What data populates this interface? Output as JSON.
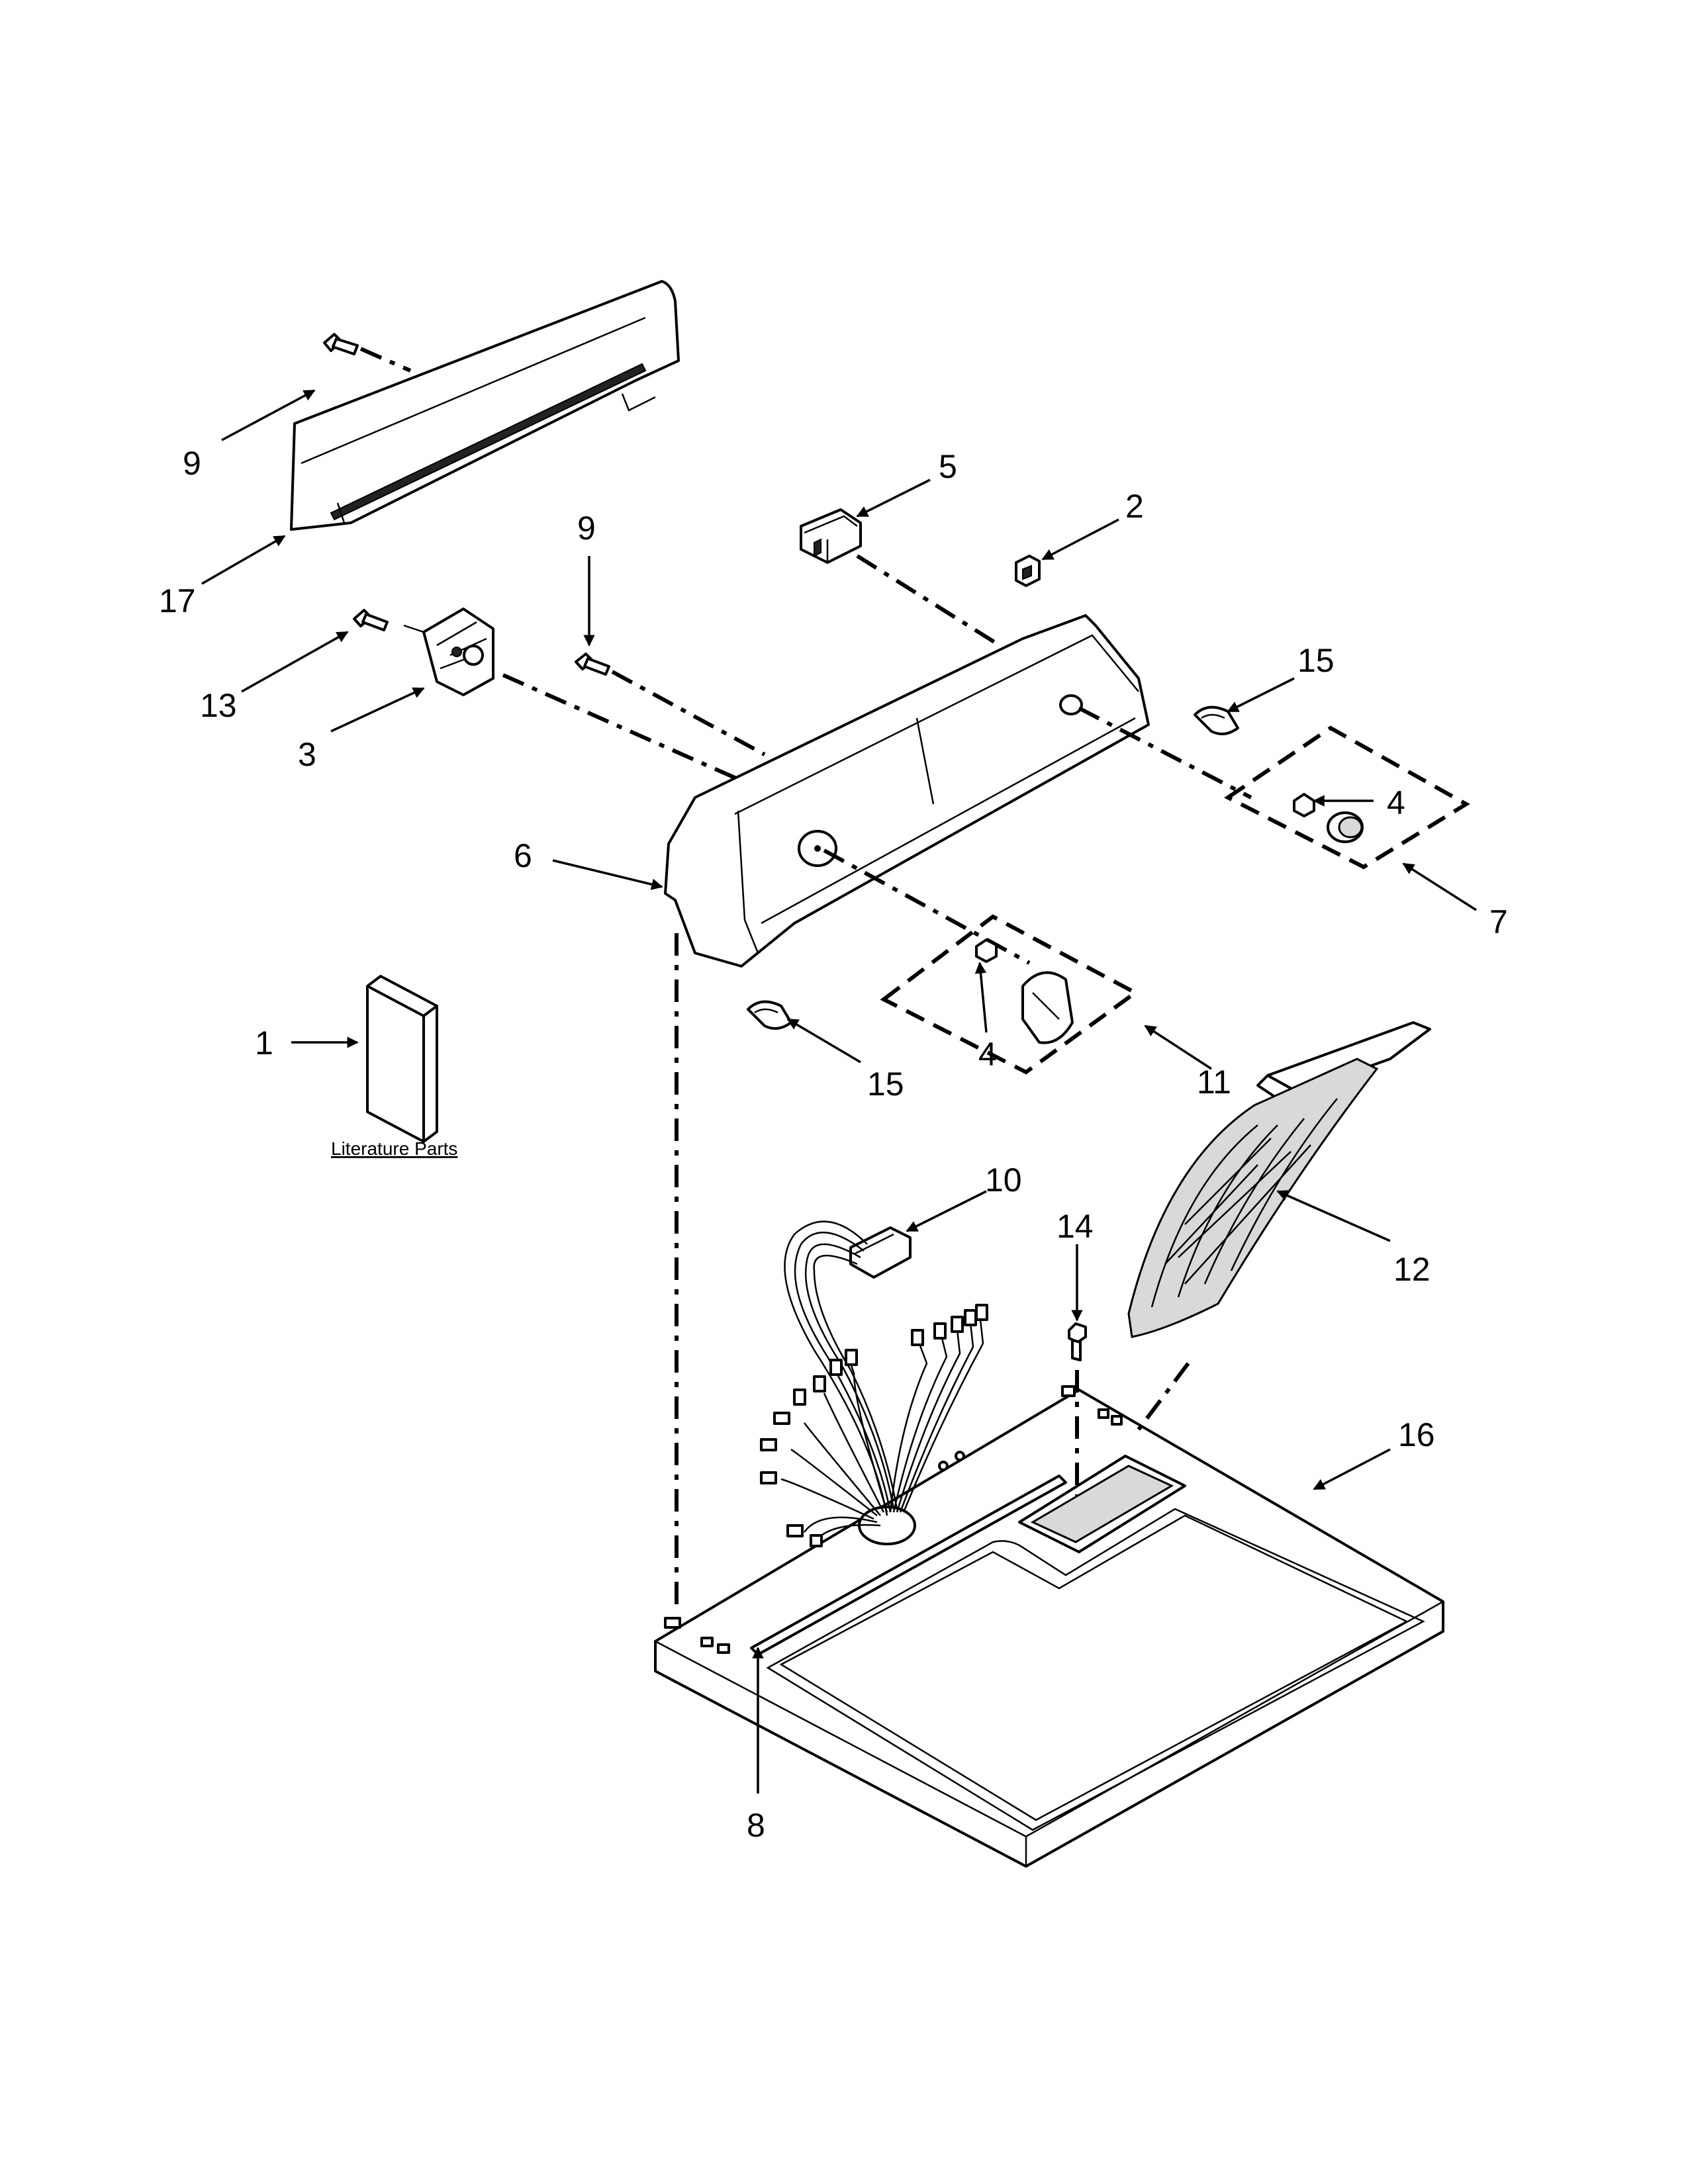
{
  "diagram": {
    "literature_label": "Literature Parts",
    "callouts": {
      "c1": "1",
      "c2": "2",
      "c3": "3",
      "c4a": "4",
      "c4b": "4",
      "c5": "5",
      "c6": "6",
      "c7": "7",
      "c8": "8",
      "c9a": "9",
      "c9b": "9",
      "c10": "10",
      "c11": "11",
      "c12": "12",
      "c13": "13",
      "c14": "14",
      "c15a": "15",
      "c15b": "15",
      "c16": "16",
      "c17": "17"
    }
  }
}
